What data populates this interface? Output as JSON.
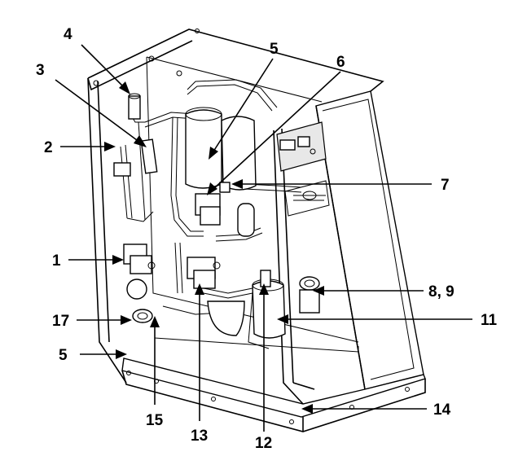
{
  "callouts": {
    "c1": "1",
    "c2": "2",
    "c3": "3",
    "c4": "4",
    "c5_top": "5",
    "c5_left": "5",
    "c6": "6",
    "c7": "7",
    "c8_9": "8, 9",
    "c11": "11",
    "c12": "12",
    "c13": "13",
    "c14": "14",
    "c15": "15",
    "c17": "17"
  }
}
